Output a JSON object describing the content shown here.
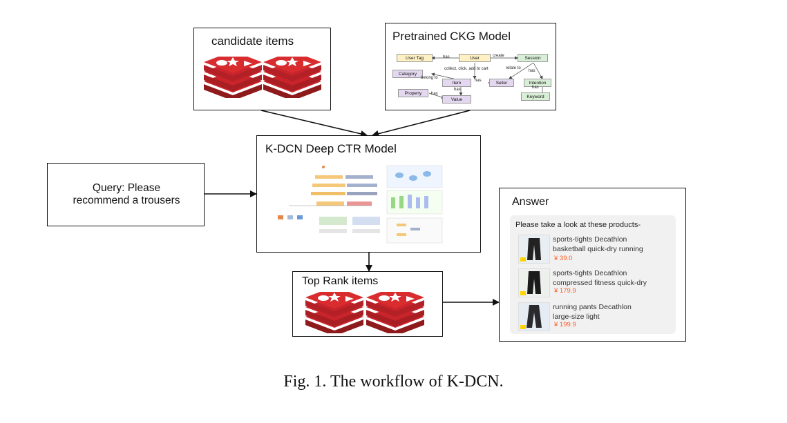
{
  "figure": {
    "caption": "Fig. 1.  The workflow of K-DCN.",
    "candidate_box": {
      "title": "candidate items"
    },
    "ckg_box": {
      "title": "Pretrained CKG Model",
      "nodes": {
        "user_tag": "User Tag",
        "user": "User",
        "session": "Session",
        "category": "Category",
        "item": "Item",
        "seller": "Seller",
        "intention": "Intention",
        "property": "Property",
        "value": "Value",
        "keyword": "Keyword"
      },
      "edges": {
        "has1": "has",
        "create": "create",
        "collect": "collect, click, add to cart",
        "relate": "relate to",
        "has2": "has",
        "belong": "belong to",
        "has3": "has",
        "has4": "has",
        "has5": "has",
        "has6": "has"
      }
    },
    "kdcn_box": {
      "title": "K-DCN Deep CTR Model"
    },
    "query_box": {
      "text_line1": "Query:  Please",
      "text_line2": "recommend a trousers"
    },
    "toprank_box": {
      "title": "Top Rank items"
    },
    "answer_box": {
      "title": "Answer",
      "intro": "Please take a look at these products-",
      "products": [
        {
          "name_line1": "sports-tights Decathlon",
          "name_line2": "basketball quick-dry running",
          "price": "¥ 39.0"
        },
        {
          "name_line1": "sports-tights Decathlon",
          "name_line2": "compressed  fitness quick-dry",
          "price": "¥ 179.9"
        },
        {
          "name_line1": "running pants Decathlon",
          "name_line2": "large-size light",
          "price": "¥ 199.9"
        }
      ]
    },
    "colors": {
      "redis_red": "#c8242b",
      "redis_dark": "#8e1a1c",
      "yellow_node": "#fdf0c3",
      "green_node": "#d9eed6",
      "purple_node": "#e3d8ef",
      "price_orange": "#ff5a1f"
    }
  }
}
